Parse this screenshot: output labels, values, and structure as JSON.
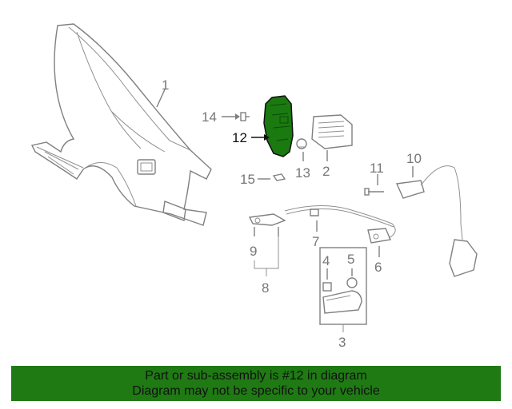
{
  "diagram": {
    "highlight_part": "12",
    "highlight_color": "#1a7a10",
    "labels": {
      "p1": "1",
      "p2": "2",
      "p3": "3",
      "p4": "4",
      "p5": "5",
      "p6": "6",
      "p7": "7",
      "p8": "8",
      "p9": "9",
      "p10": "10",
      "p11": "11",
      "p12": "12",
      "p13": "13",
      "p14": "14",
      "p15": "15"
    }
  },
  "banner": {
    "line1": "Part or sub-assembly is #12 in diagram",
    "line2": "Diagram may not be specific to your vehicle",
    "background": "#1f7a14"
  }
}
